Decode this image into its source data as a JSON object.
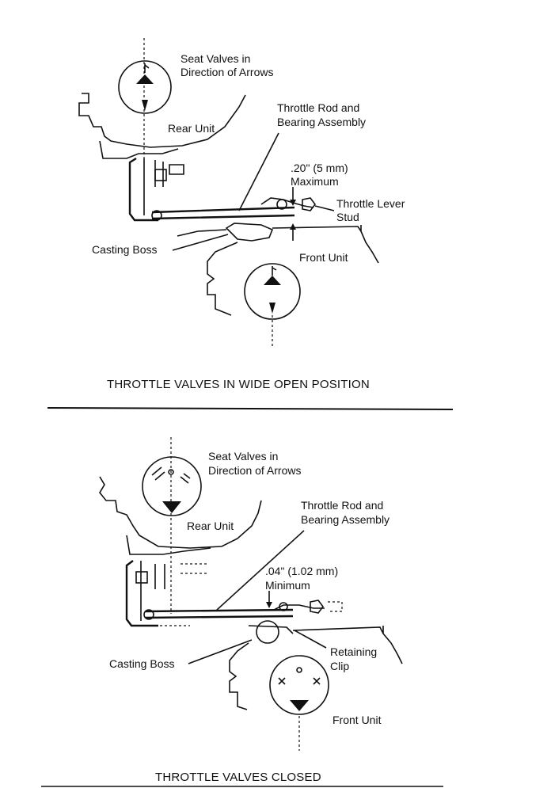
{
  "top_figure": {
    "seat_valves_line1": "Seat Valves in",
    "seat_valves_line2": "Direction of Arrows",
    "rear_unit": "Rear Unit",
    "throttle_rod_line1": "Throttle Rod and",
    "throttle_rod_line2": "Bearing Assembly",
    "gap_line1": ".20\" (5 mm)",
    "gap_line2": "Maximum",
    "lever_line1": "Throttle Lever",
    "lever_line2": "Stud",
    "casting_boss": "Casting Boss",
    "front_unit": "Front Unit",
    "caption": "THROTTLE VALVES IN WIDE OPEN POSITION"
  },
  "bottom_figure": {
    "seat_valves_line1": "Seat Valves in",
    "seat_valves_line2": "Direction of Arrows",
    "rear_unit": "Rear Unit",
    "throttle_rod_line1": "Throttle Rod and",
    "throttle_rod_line2": "Bearing Assembly",
    "gap_line1": ".04\" (1.02 mm)",
    "gap_line2": "Minimum",
    "retaining_line1": "Retaining",
    "retaining_line2": "Clip",
    "casting_boss": "Casting Boss",
    "front_unit": "Front Unit",
    "caption": "THROTTLE VALVES CLOSED"
  }
}
